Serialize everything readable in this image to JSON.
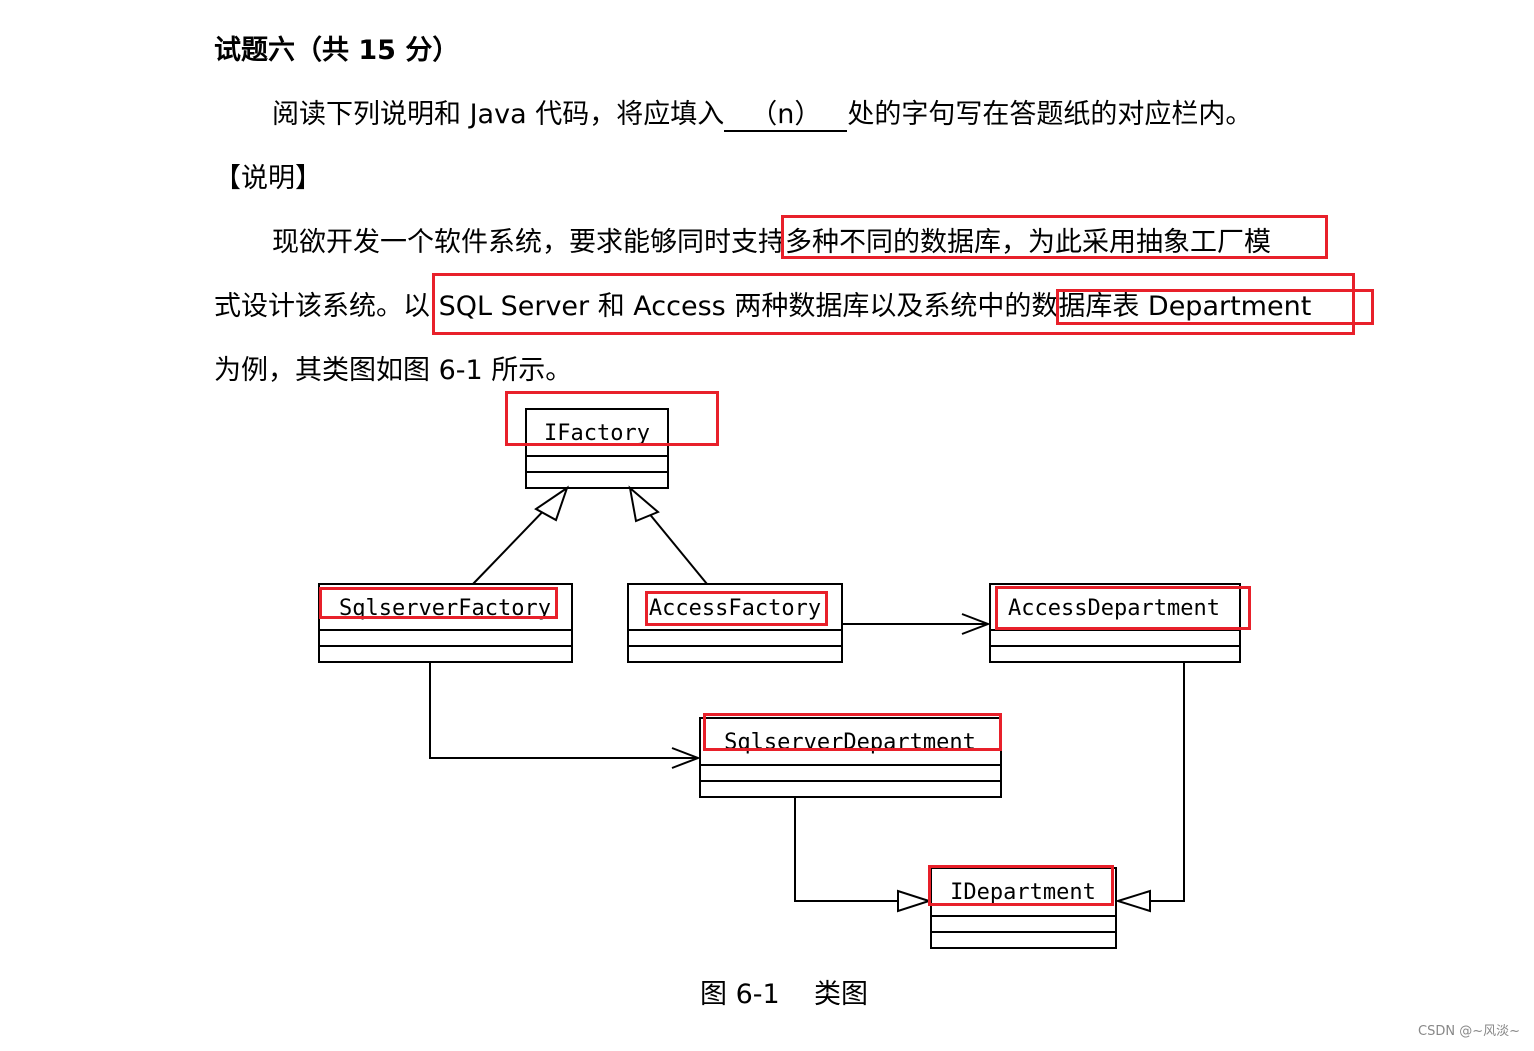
{
  "header": {
    "title": "试题六（共 15 分）"
  },
  "intro": {
    "before": "阅读下列说明和 Java 代码，将应填入",
    "blank": "（n）",
    "after": "处的字句写在答题纸的对应栏内。"
  },
  "section": {
    "heading": "【说明】"
  },
  "description": {
    "line1": "现欲开发一个软件系统，要求能够同时支持多种不同的数据库，为此采用抽象工厂模",
    "line2": "式设计该系统。以 SQL  Server 和 Access 两种数据库以及系统中的数据库表 Department",
    "line3": "为例，其类图如图 6-1 所示。"
  },
  "diagram": {
    "classes": {
      "ifactory": "IFactory",
      "sqlserver_factory": "SqlserverFactory",
      "access_factory": "AccessFactory",
      "access_department": "AccessDepartment",
      "sqlserver_department": "SqlserverDepartment",
      "idepartment": "IDepartment"
    },
    "caption": "图 6-1    类图"
  },
  "watermark": "CSDN @~风淡~",
  "colors": {
    "highlight": "#e8202a",
    "text": "#000000"
  }
}
